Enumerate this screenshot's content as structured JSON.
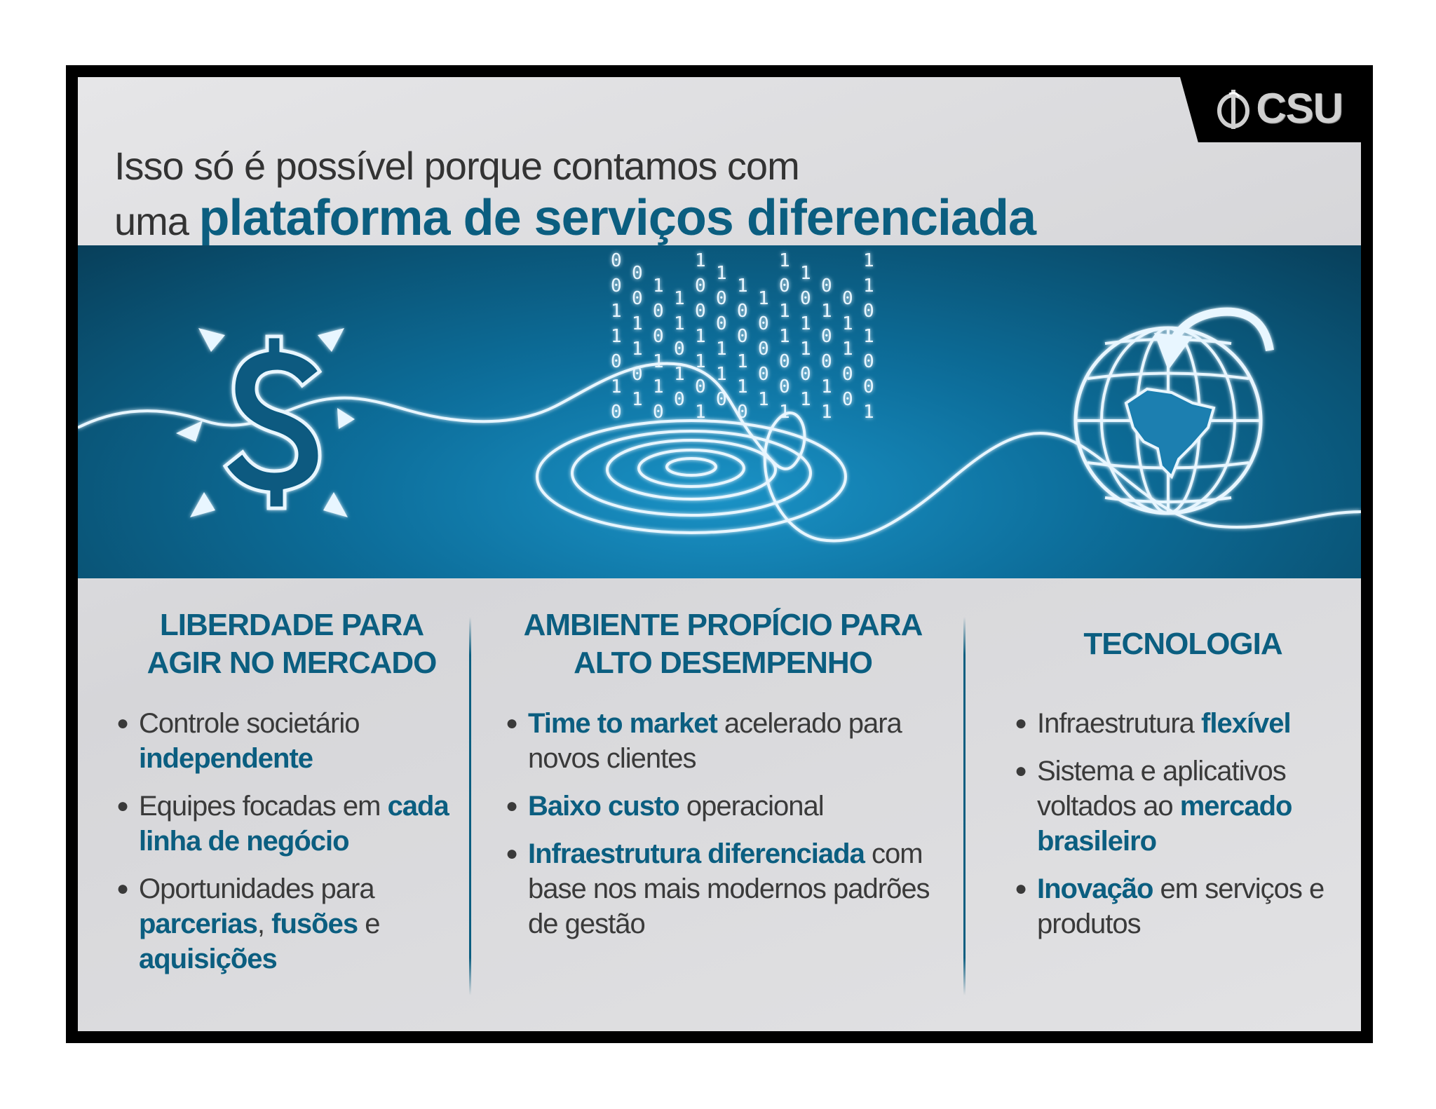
{
  "logo": {
    "text": "CSU"
  },
  "title": {
    "line1": "Isso só é possível porque contamos com",
    "line2_prefix": "uma ",
    "line2_emphasis": "plataforma de serviços diferenciada"
  },
  "banner": {
    "icons": [
      "dollar-icon",
      "binary-target-icon",
      "globe-icon"
    ],
    "binary_digits": [
      "0",
      "0",
      "1",
      "1",
      "0",
      "1",
      "0",
      "0",
      "0",
      "1",
      "1",
      "0",
      "1",
      "1",
      "0",
      "0",
      "1",
      "1",
      "0",
      "1",
      "1",
      "0",
      "1",
      "0",
      "1",
      "0",
      "0",
      "1",
      "1",
      "0",
      "1",
      "1",
      "0",
      "0",
      "1",
      "1",
      "0",
      "1"
    ]
  },
  "columns": [
    {
      "heading_line1": "LIBERDADE PARA",
      "heading_line2": "AGIR NO MERCADO",
      "bullets": [
        {
          "parts": [
            {
              "t": "Controle societário ",
              "bold": false
            },
            {
              "t": "independente",
              "bold": true
            }
          ]
        },
        {
          "parts": [
            {
              "t": "Equipes focadas em ",
              "bold": false
            },
            {
              "t": "cada linha de negócio",
              "bold": true
            }
          ]
        },
        {
          "parts": [
            {
              "t": "Oportunidades para ",
              "bold": false
            },
            {
              "t": "parcerias",
              "bold": true
            },
            {
              "t": ", ",
              "bold": false
            },
            {
              "t": "fusões",
              "bold": true
            },
            {
              "t": " e ",
              "bold": false
            },
            {
              "t": "aquisições",
              "bold": true
            }
          ]
        }
      ]
    },
    {
      "heading_line1": "AMBIENTE PROPÍCIO PARA",
      "heading_line2": "ALTO DESEMPENHO",
      "bullets": [
        {
          "parts": [
            {
              "t": "Time to market",
              "bold": true
            },
            {
              "t": " acelerado para novos clientes",
              "bold": false
            }
          ]
        },
        {
          "parts": [
            {
              "t": "Baixo custo",
              "bold": true
            },
            {
              "t": " operacional",
              "bold": false
            }
          ]
        },
        {
          "parts": [
            {
              "t": "Infraestrutura diferenciada",
              "bold": true
            },
            {
              "t": " com base nos mais modernos padrões de gestão",
              "bold": false
            }
          ]
        }
      ]
    },
    {
      "heading_line1": "TECNOLOGIA",
      "heading_line2": "",
      "bullets": [
        {
          "parts": [
            {
              "t": "Infraestrutura ",
              "bold": false
            },
            {
              "t": "flexível",
              "bold": true
            }
          ]
        },
        {
          "parts": [
            {
              "t": "Sistema e aplicativos voltados ao ",
              "bold": false
            },
            {
              "t": "mercado brasileiro",
              "bold": true
            }
          ]
        },
        {
          "parts": [
            {
              "t": "Inovação",
              "bold": true
            },
            {
              "t": " em serviços e produtos",
              "bold": false
            }
          ]
        }
      ]
    }
  ],
  "colors": {
    "accent": "#0b5e80",
    "text": "#3a3a3a",
    "banner": "#0d6f9c"
  }
}
